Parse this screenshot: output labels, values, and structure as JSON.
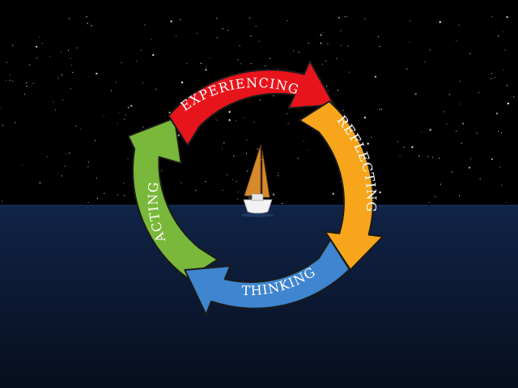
{
  "diagram": {
    "type": "cycle",
    "direction": "clockwise",
    "stages": [
      {
        "label": "EXPERIENCING",
        "color": "#e8141c"
      },
      {
        "label": "REFLECTING",
        "color": "#f7a51b"
      },
      {
        "label": "THINKING",
        "color": "#3f85cf"
      },
      {
        "label": "ACTING",
        "color": "#79b83a"
      }
    ],
    "outline_color": "#1a1a1a",
    "label_color": "#ffffff"
  },
  "background": {
    "sky_color": "#000000",
    "sea_color": "#0b1a33",
    "stars": true
  },
  "center_illustration": {
    "subject": "sailboat",
    "sail_color": "#d68a2c",
    "hull_color": "#f2f2f2"
  }
}
